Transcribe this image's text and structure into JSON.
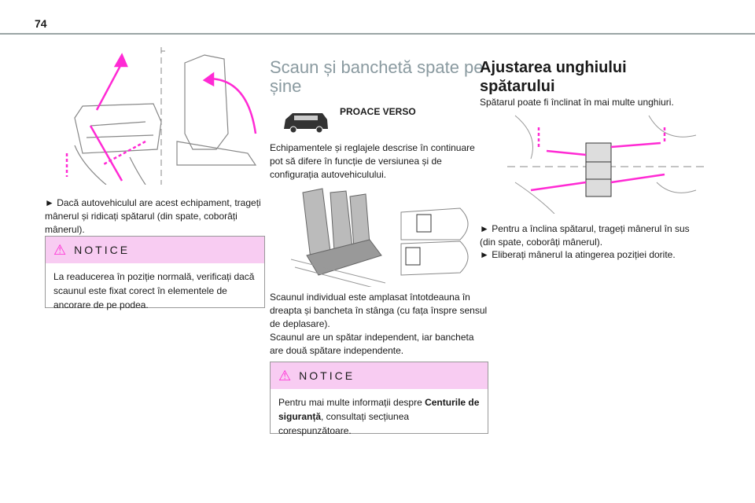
{
  "page_number": "74",
  "col1": {
    "bullet": "► Dacă autovehiculul are acest echipament, trageți mânerul și ridicați spătarul (din spate, coborâți mânerul).",
    "notice_title": "NOTICE",
    "notice_text": "La readucerea în poziție normală, verificați dacă scaunul este fixat corect în elementele de ancorare de pe podea."
  },
  "col2": {
    "title": "Scaun și banchetă spate pe șine",
    "model": "PROACE VERSO",
    "para1": "Echipamentele și reglajele descrise în continuare pot să difere în funcție de versiunea și de configurația autovehiculului.",
    "para2": "Scaunul individual este amplasat întotdeauna în dreapta și bancheta în stânga (cu fața înspre sensul de deplasare).",
    "para3": "Scaunul are un spătar independent, iar bancheta are două spătare independente.",
    "notice_title": "NOTICE",
    "notice_pre": "Pentru mai multe informații despre ",
    "notice_bold": "Centurile de siguranță",
    "notice_post": ", consultați secțiunea corespunzătoare."
  },
  "col3": {
    "title": "Ajustarea unghiului spătarului",
    "intro": "Spătarul poate fi înclinat în mai multe unghiuri.",
    "bullet1": "► Pentru a înclina spătarul, trageți mânerul în sus (din spate, coborâți mânerul).",
    "bullet2": "► Eliberați mânerul la atingerea poziției dorite."
  },
  "colors": {
    "accent": "#ff2ad4",
    "notice_bg": "#f8ccf2"
  }
}
